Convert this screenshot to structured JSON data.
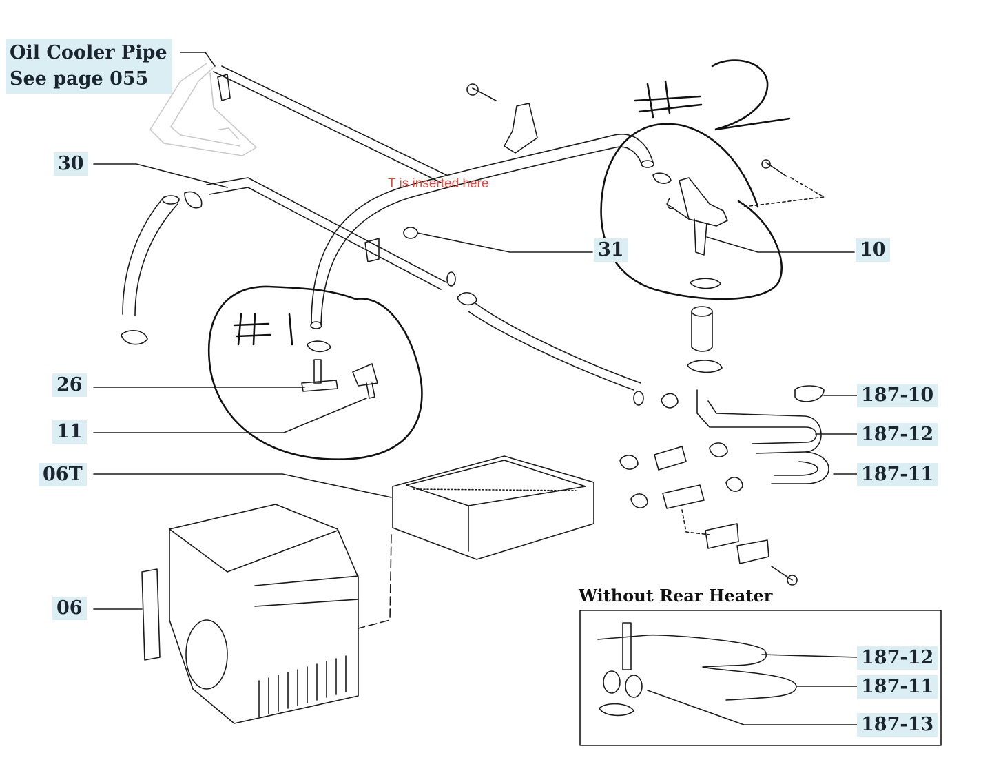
{
  "callouts": {
    "oil_cooler_line1": "Oil Cooler Pipe",
    "oil_cooler_line2": "See page 055",
    "p30": "30",
    "p31": "31",
    "p10": "10",
    "p26": "26",
    "p11": "11",
    "p06T": "06T",
    "p06": "06",
    "p187_10": "187-10",
    "p187_12": "187-12",
    "p187_11": "187-11",
    "p187_12b": "187-12",
    "p187_11b": "187-11",
    "p187_13": "187-13"
  },
  "note": "T is inserted here",
  "section_title": "Without Rear Heater",
  "handwritten": {
    "mark1": "#1",
    "mark2": "#2"
  },
  "colors": {
    "label_bg": "#dbeef4",
    "note_text": "#e04a3a",
    "ink": "#1b1b1b"
  }
}
